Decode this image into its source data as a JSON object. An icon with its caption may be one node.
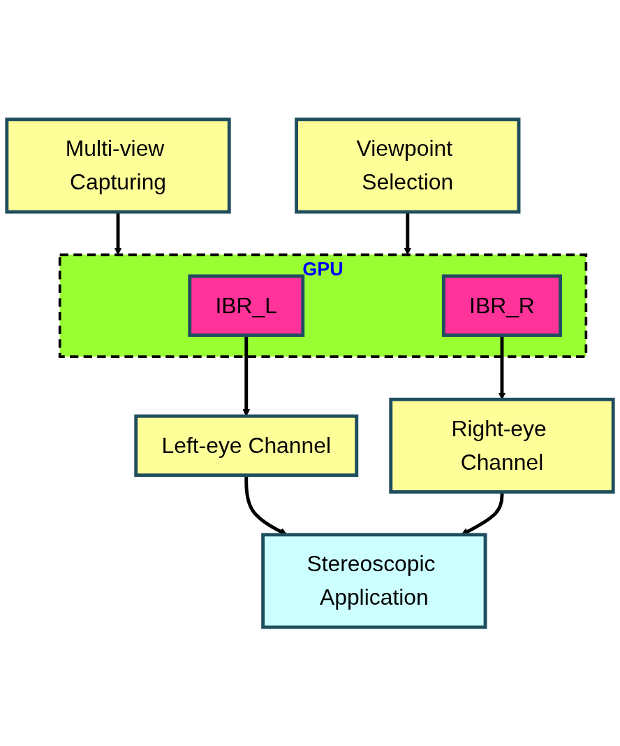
{
  "diagram": {
    "nodes": [
      {
        "text": [
          "Multi-view Capturing"
        ]
      },
      {
        "text": [
          "Viewpoint Selection"
        ]
      },
      {
        "text": [
          "GPU"
        ]
      },
      {
        "text": [
          "IBR_L"
        ],
        "in": 2
      },
      {
        "text": [
          "IBR_R"
        ],
        "in": 2
      },
      {
        "text": [
          "Left-eye Channel"
        ]
      },
      {
        "text": [
          "Right-eye Channel"
        ]
      },
      {
        "text": [
          "Stereoscopic Application"
        ]
      }
    ],
    "edges": [
      {
        "from": 0,
        "to": 2,
        "arrow": "to"
      },
      {
        "from": 1,
        "to": 2,
        "arrow": "to"
      },
      {
        "from": 3,
        "to": 5,
        "arrow": "to"
      },
      {
        "from": 4,
        "to": 6,
        "arrow": "to"
      },
      {
        "from": 5,
        "to": 7,
        "arrow": "to"
      },
      {
        "from": 6,
        "to": 7,
        "arrow": "to"
      }
    ]
  }
}
